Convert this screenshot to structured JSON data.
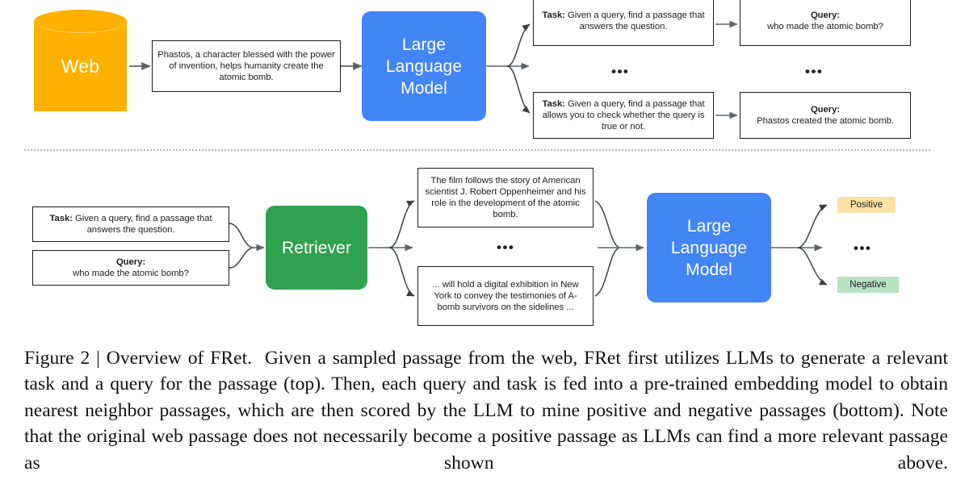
{
  "figure": {
    "caption_label": "Figure 2 |",
    "caption_title": "Overview of FRet.",
    "caption_body": "Given a sampled passage from the web, FRet first utilizes LLMs to generate a relevant task and a query for the passage (top). Then, each query and task is fed into a pre-trained embedding model to obtain nearest neighbor passages, which are then scored by the LLM to mine positive and negative passages (bottom). Note that the original web passage does not necessarily become a positive passage as LLMs can find a more relevant passage as shown above."
  },
  "colors": {
    "web_cylinder": "#ffb000",
    "llm_block": "#4285f4",
    "retriever_block": "#30a14e",
    "positive_badge": "#fce1a4",
    "negative_badge": "#b5e3c2",
    "arrow": "#5f6368",
    "box_border": "#1a1a1a",
    "divider": "#b8b8b8"
  },
  "top_row": {
    "web_label": "Web",
    "passage_text": "Phastos, a character blessed with the power of invention, helps humanity create the atomic bomb.",
    "llm_label": "Large Language Model",
    "llm_lines": [
      "Large",
      "Language",
      "Model"
    ],
    "task_1": {
      "label": "Task:",
      "text": " Given a query, find a passage that answers the question."
    },
    "task_2": {
      "label": "Task:",
      "text": " Given a query, find a passage that allows you to check whether the query is true or not."
    },
    "query_1": {
      "label": "Query:",
      "text": "who made the atomic bomb?"
    },
    "query_2": {
      "label": "Query:",
      "text": "Phastos created the atomic bomb."
    },
    "ellipsis_task": "•••",
    "ellipsis_query": "•••"
  },
  "bottom_row": {
    "task_in": {
      "label": "Task:",
      "text": " Given a query, find a passage that answers the question."
    },
    "query_in": {
      "label": "Query:",
      "text": "who made the atomic bomb?"
    },
    "retriever_label": "Retriever",
    "passage_1": "The film follows the story of American scientist J. Robert Oppenheimer and his role in the development of the atomic bomb.",
    "passage_2": "... will hold a digital exhibition in New York to convey the testimonies of A-bomb survivors on the sidelines ...",
    "ellipsis_passage": "•••",
    "llm_label": "Large Language Model",
    "llm_lines": [
      "Large",
      "Language",
      "Model"
    ],
    "positive_label": "Positive",
    "negative_label": "Negative",
    "ellipsis_score": "•••"
  }
}
